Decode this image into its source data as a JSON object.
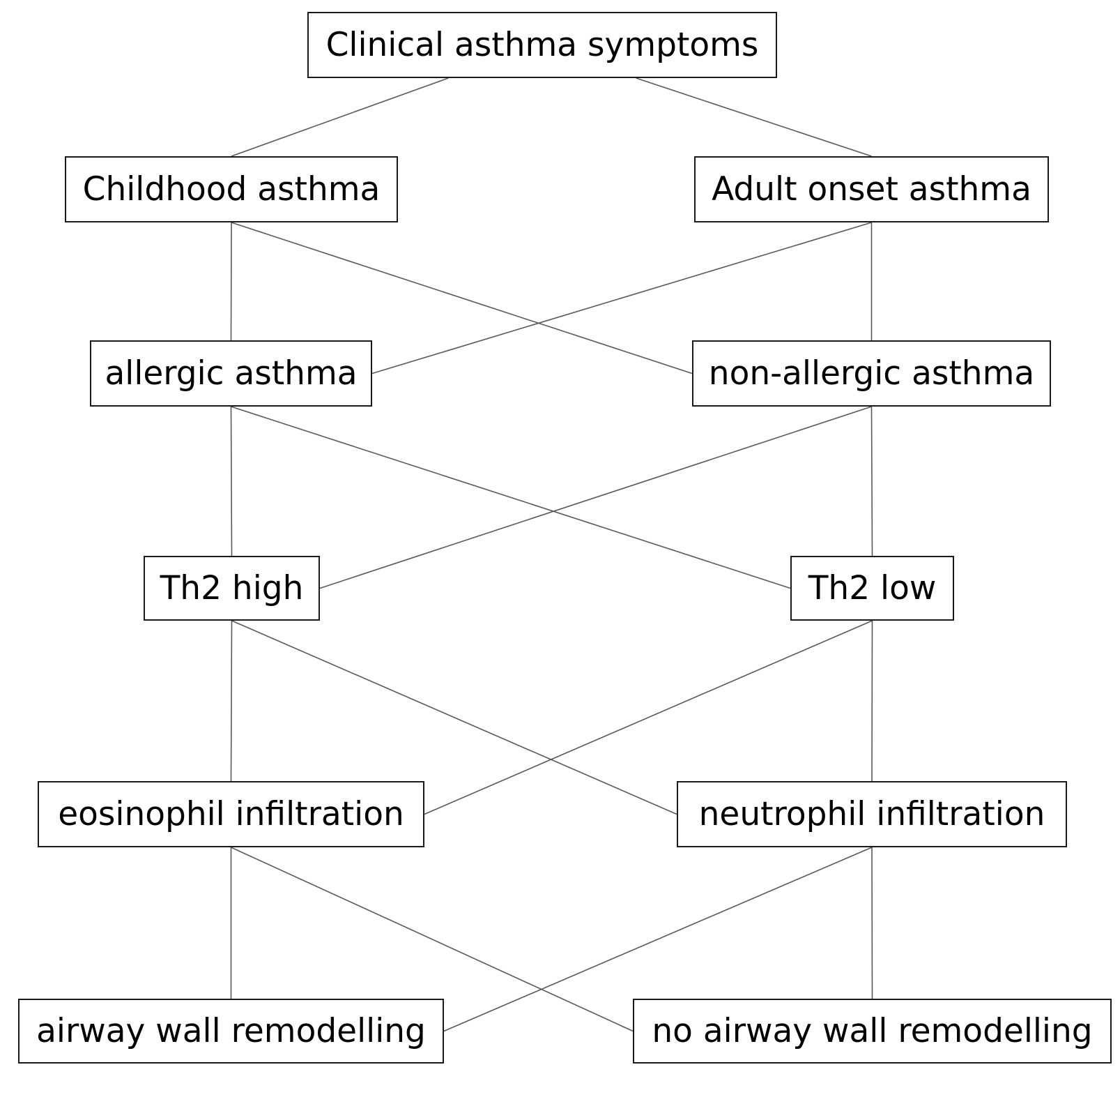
{
  "nodes": {
    "top": "Clinical asthma symptoms",
    "childhood": "Childhood asthma",
    "adult": "Adult onset asthma",
    "allergic": "allergic asthma",
    "nonallergic": "non-allergic asthma",
    "th2high": "Th2 high",
    "th2low": "Th2 low",
    "eos": "eosinophil infiltration",
    "neut": "neutrophil infiltration",
    "awr": "airway wall remodelling",
    "noawr": "no airway wall remodelling"
  },
  "edges": [
    [
      "top",
      "childhood"
    ],
    [
      "top",
      "adult"
    ],
    [
      "childhood",
      "allergic"
    ],
    [
      "childhood",
      "nonallergic"
    ],
    [
      "adult",
      "allergic"
    ],
    [
      "adult",
      "nonallergic"
    ],
    [
      "allergic",
      "th2high"
    ],
    [
      "allergic",
      "th2low"
    ],
    [
      "nonallergic",
      "th2high"
    ],
    [
      "nonallergic",
      "th2low"
    ],
    [
      "th2high",
      "eos"
    ],
    [
      "th2high",
      "neut"
    ],
    [
      "th2low",
      "eos"
    ],
    [
      "th2low",
      "neut"
    ],
    [
      "eos",
      "awr"
    ],
    [
      "eos",
      "noawr"
    ],
    [
      "neut",
      "awr"
    ],
    [
      "neut",
      "noawr"
    ]
  ]
}
